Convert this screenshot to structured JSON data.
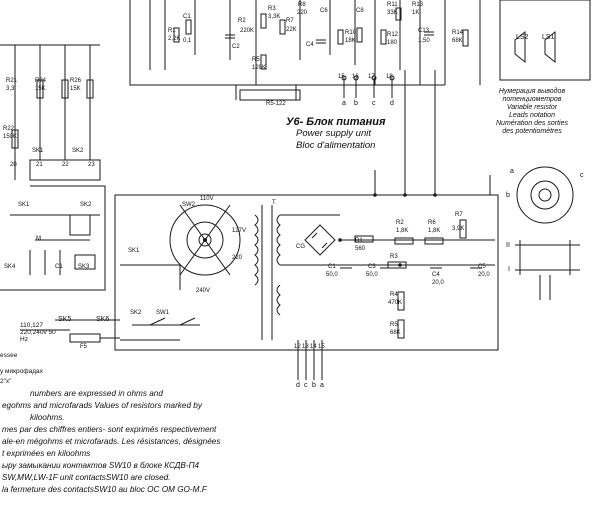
{
  "block_title": {
    "ru": "У6- Блок питания",
    "en": "Power supply unit",
    "fr": "Bloc d'alimentation"
  },
  "resistor_legend": {
    "lines": [
      "Нумерация выводов",
      "потенциометров",
      "Variable resistor",
      "Leads notation",
      "Numération des sorties",
      "des potentiomètres"
    ]
  },
  "labels": {
    "r1": "R1",
    "r1_val": "2,2K",
    "c1": "C1",
    "c1_val": "0,1",
    "r2": "R2",
    "r2_val": "220K",
    "r3": "R3",
    "r3_val": "3,3K",
    "r5": "R5",
    "r5_val": "120K",
    "r7": "R7",
    "r7_val": "22K",
    "r8": "R8",
    "r8_val": "220",
    "r10": "R10",
    "r10_val": "18K",
    "r11": "R11",
    "r11_val": "33K",
    "r12": "R12",
    "r12_val": "180",
    "r13": "R13",
    "r13_val": "1K",
    "r14": "R14",
    "r14_val": "68K",
    "c2": "C2",
    "c4": "C4",
    "c6": "C6",
    "c8": "C8",
    "c13": "C13",
    "c13_val": "1,50",
    "ls1": "LS1",
    "ls2": "LS2",
    "r5_122": "R5-122",
    "term_a": "a",
    "term_b": "b",
    "term_c": "c",
    "term_d": "d",
    "n15": "15",
    "n16": "16",
    "n17": "17",
    "n18": "18",
    "r21": "R21",
    "r21_val": "3,3",
    "r24": "R24",
    "r24_val": "15K",
    "r26": "R26",
    "r26_val": "15K",
    "r22": "R22",
    "r22_val": "150K",
    "sk1_top": "SK1",
    "sk2_top": "SK2",
    "n20": "20",
    "n21": "21",
    "n22": "22",
    "n23": "23",
    "sk1_mid": "SK1",
    "sk2_mid": "SK2",
    "m": "M",
    "c1_mid": "C1",
    "sk3": "SK3",
    "sk4": "SK4",
    "sk5": "SK5",
    "sk6": "SK6",
    "mains": "110,127 220,240v 50 Hz",
    "f5": "F5",
    "sw2": "SW2",
    "sw1": "SW1",
    "v110": "110V",
    "v127": "127V",
    "v220": "220",
    "v240": "240V",
    "t_lbl": "T",
    "cg": "CG",
    "r1_ps": "R1",
    "r1_ps_val": "560",
    "r2_ps": "R2",
    "r2_ps_val": "1,8K",
    "r6_ps": "R6",
    "r6_ps_val": "1,8K",
    "r7_ps": "R7",
    "r7_ps_val": "3,9K",
    "r3_ps": "R3",
    "c1_ps": "C1",
    "c1_ps_val": "50,0",
    "c3_ps": "C3",
    "c3_ps_val": "50,0",
    "c4_ps": "C4",
    "c4_ps_val": "20,0",
    "c5_ps": "C5",
    "c5_ps_val": "20,0",
    "r4_ps": "R4",
    "r4_ps_val": "470K",
    "r5_ps": "R5",
    "r5_ps_val": "68K",
    "sk1_ps": "SK1",
    "sk2_ps": "SK2",
    "sw1_ps": "SW1",
    "p12": "12",
    "p13": "13",
    "p14": "14",
    "p15": "15",
    "pd": "d",
    "pc": "c",
    "pb": "b",
    "pa": "a",
    "roman2": "II",
    "roman1": "I",
    "legend_a": "a",
    "legend_b": "b",
    "legend_c": "c"
  },
  "left_partial_text": [
    "essee",
    "у микрофадах",
    "2\"x\""
  ],
  "notes": [
    "numbers are expressed in ohms and",
    "egohms and microfarads Values of resistors marked by",
    "kiloohms.",
    "mes par des chiffres entiers- sont exprimés respectivement",
    "ale-en mégohms et microfarads. Les résistances, désignées",
    "t exprimées en kiloohms",
    "ыру замыканиu контактов SW10 в блоке КСДВ-П4",
    "SW,MW,LW-1F unit contactsSW10 are closed.",
    "la fermeture des contactsSW10 au bloc OC OM GO-M.F"
  ]
}
